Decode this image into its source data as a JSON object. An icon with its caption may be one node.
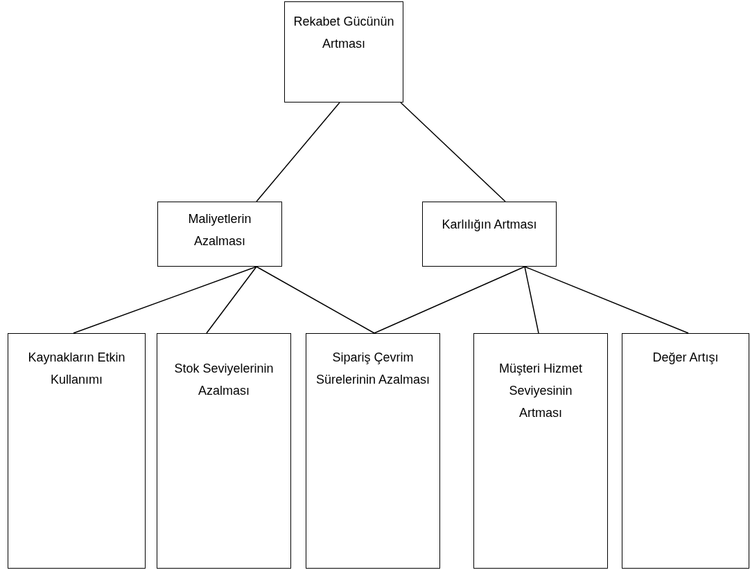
{
  "diagram": {
    "nodes": [
      {
        "text": [
          "Rekabet Gücünün Artması"
        ]
      },
      {
        "text": [
          "Maliyetlerin Azalması"
        ]
      },
      {
        "text": [
          "Karlılığın Artması"
        ]
      },
      {
        "text": [
          "Kaynakların Etkin Kullanımı"
        ]
      },
      {
        "text": [
          "Stok Seviyelerinin Azalması"
        ]
      },
      {
        "text": [
          "Sipariş Çevrim Sürelerinin Azalması"
        ]
      },
      {
        "text": [
          "Müşteri Hizmet Seviyesinin Artması"
        ]
      },
      {
        "text": [
          "Değer Artışı"
        ]
      }
    ],
    "edges": [
      {
        "from": 0,
        "to": 1,
        "arrow": "none"
      },
      {
        "from": 0,
        "to": 2,
        "arrow": "none"
      },
      {
        "from": 1,
        "to": 3,
        "arrow": "none"
      },
      {
        "from": 1,
        "to": 4,
        "arrow": "none"
      },
      {
        "from": 1,
        "to": 5,
        "arrow": "none"
      },
      {
        "from": 2,
        "to": 5,
        "arrow": "none"
      },
      {
        "from": 2,
        "to": 6,
        "arrow": "none"
      },
      {
        "from": 2,
        "to": 7,
        "arrow": "none"
      }
    ]
  }
}
